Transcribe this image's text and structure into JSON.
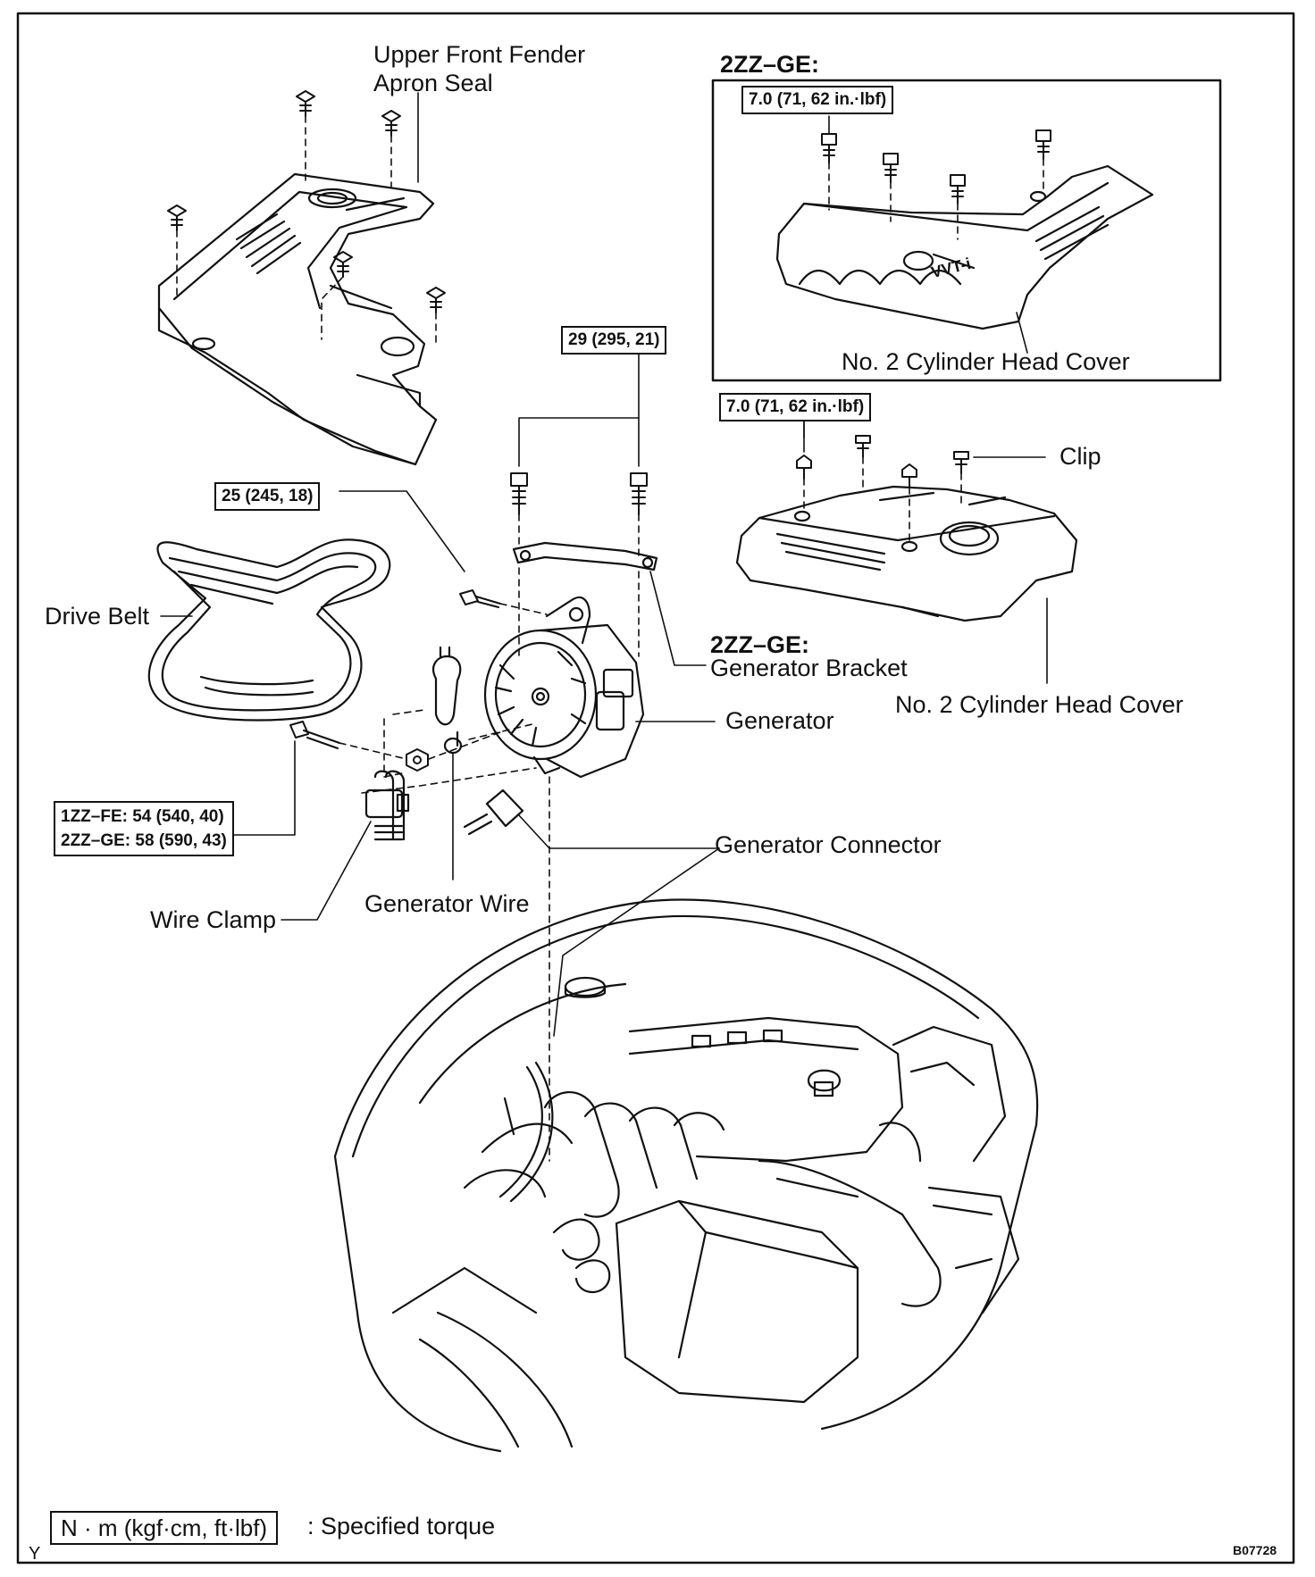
{
  "labels": {
    "apron_seal_line1": "Upper Front Fender",
    "apron_seal_line2": "Apron Seal",
    "variant_header": "2ZZ–GE:",
    "head_cover_upper": "No. 2 Cylinder Head Cover",
    "head_cover_lower": "No. 2 Cylinder Head Cover",
    "clip": "Clip",
    "drive_belt": "Drive Belt",
    "bracket_line1": "2ZZ–GE:",
    "bracket_line2": "Generator Bracket",
    "generator": "Generator",
    "generator_connector": "Generator Connector",
    "generator_wire": "Generator Wire",
    "wire_clamp": "Wire Clamp",
    "emblem_text": "VVT-i"
  },
  "torques": {
    "head_cover_upper": "7.0 (71, 62 in.·lbf)",
    "head_cover_lower": "7.0 (71, 62 in.·lbf)",
    "bracket_bolts": "29 (295, 21)",
    "generator_bolt": "25 (245, 18)",
    "pivot_bolt_1zz": "1ZZ–FE: 54 (540, 40)",
    "pivot_bolt_2zz": "2ZZ–GE: 58 (590, 43)"
  },
  "legend": {
    "marker": "Y",
    "unit_box": "N · m (kgf·cm, ft·lbf)",
    "description": ": Specified torque"
  },
  "figure_code": "B07728"
}
